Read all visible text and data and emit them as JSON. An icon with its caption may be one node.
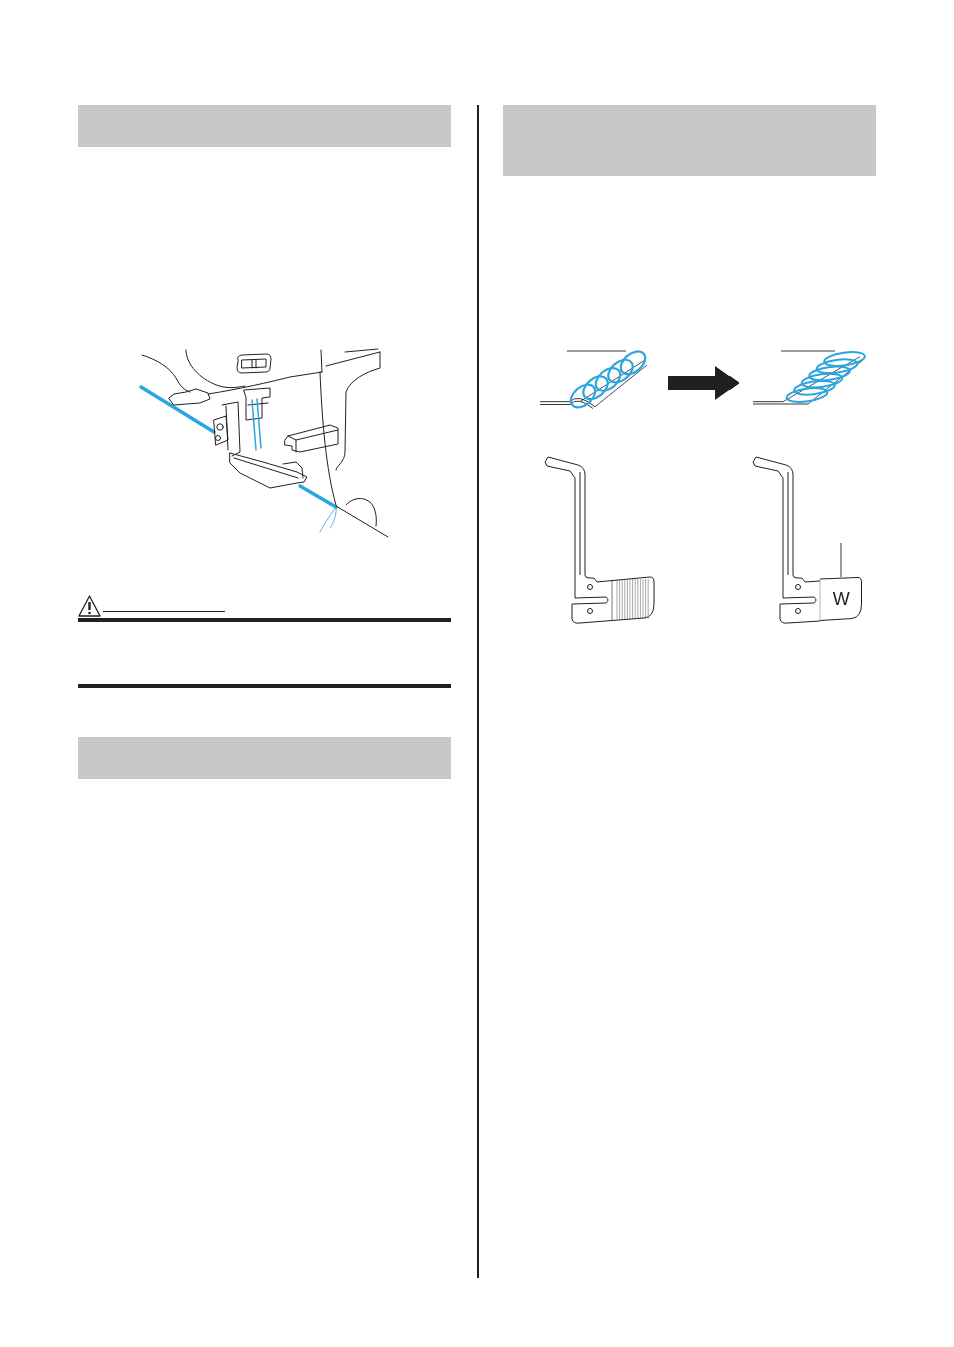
{
  "diagram": {
    "nodes": [
      {
        "text": [],
        "shape": "box"
      },
      {
        "text": [],
        "shape": "box"
      },
      {
        "text": [],
        "shape": "box"
      },
      {
        "text": [],
        "shape": "picture"
      },
      {
        "text": [],
        "shape": "picture"
      },
      {
        "text": [
          "W"
        ]
      }
    ],
    "edges": [
      {
        "from": 3,
        "to": 4,
        "arrow": "to",
        "style": "thick"
      },
      {
        "from": null,
        "to": 3,
        "arrow": "none"
      },
      {
        "from": null,
        "to": 4,
        "arrow": "none"
      },
      {
        "from": null,
        "to": 5,
        "arrow": "none"
      }
    ]
  }
}
